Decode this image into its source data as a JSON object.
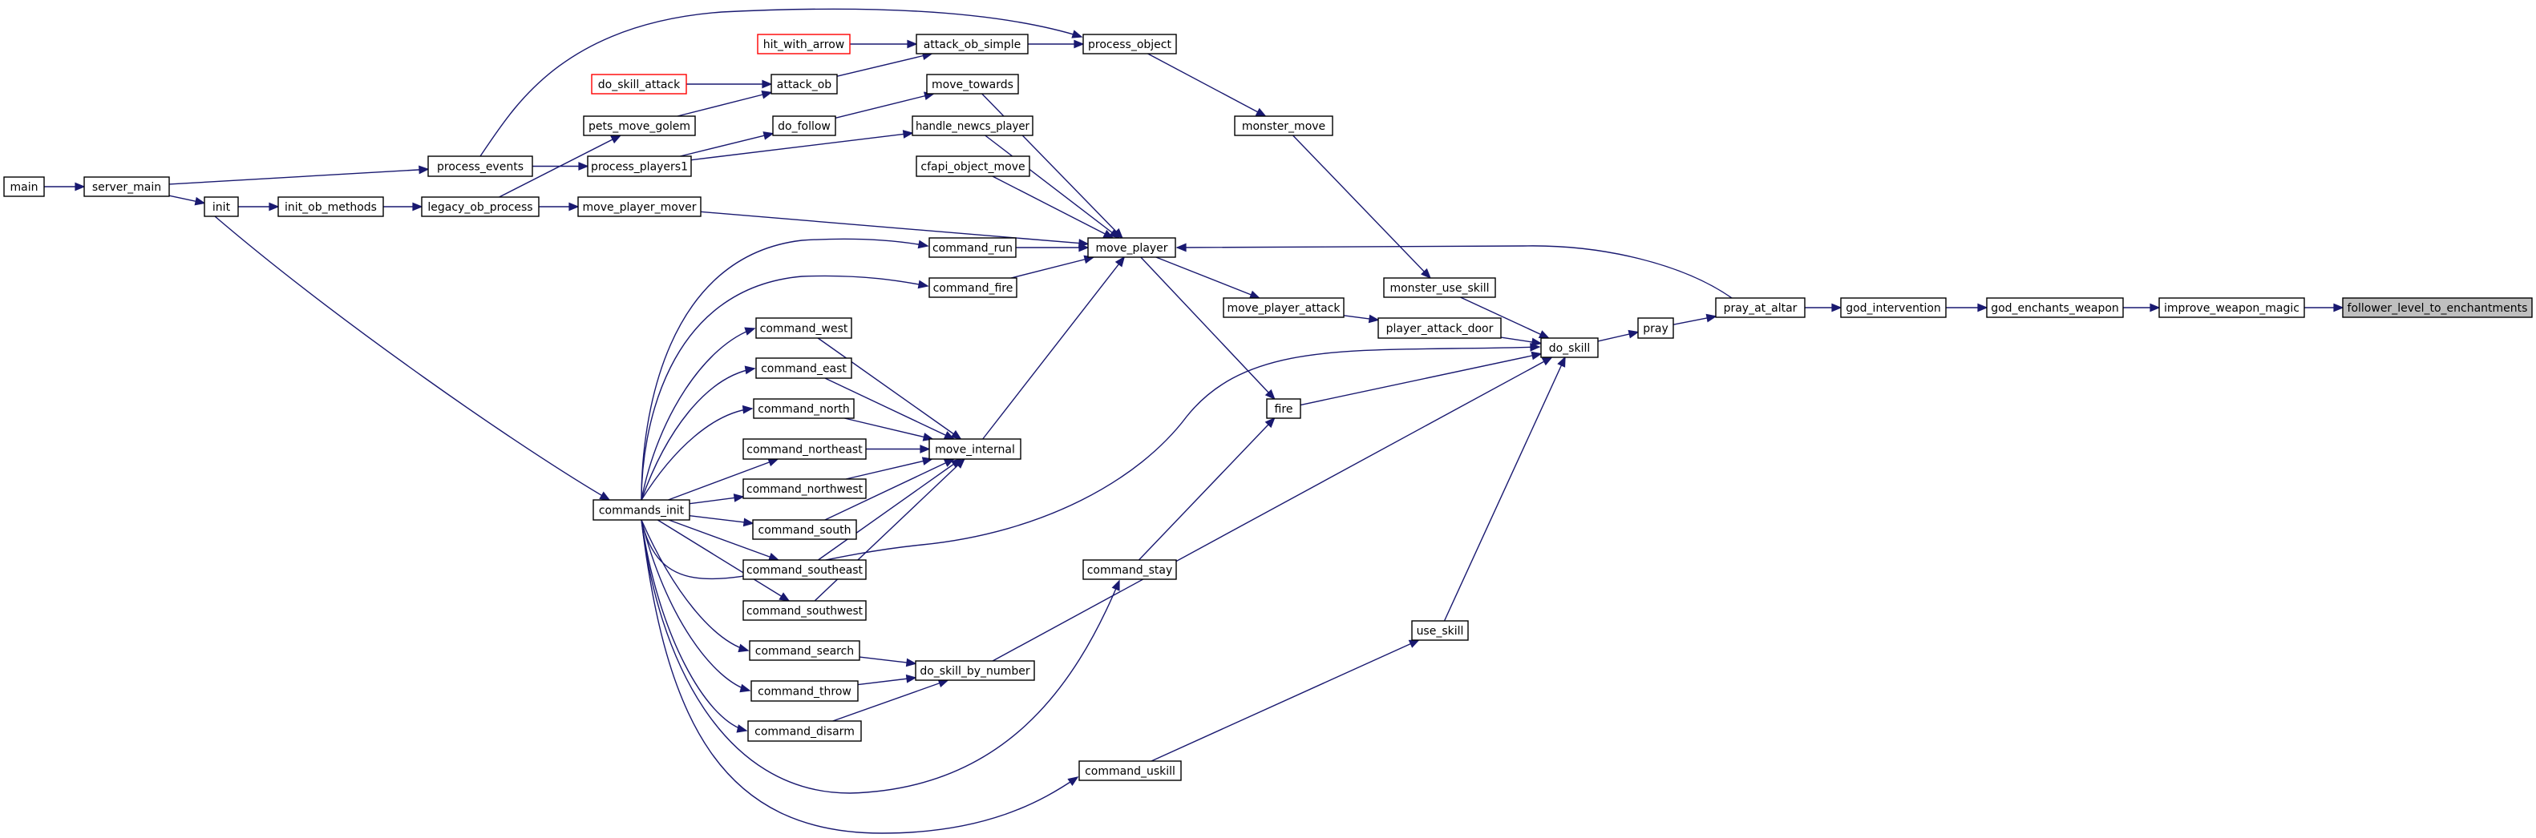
{
  "diagram": {
    "nodes": [
      {
        "id": "main",
        "label": "main",
        "style": "normal"
      },
      {
        "id": "server_main",
        "label": "server_main",
        "style": "normal"
      },
      {
        "id": "init",
        "label": "init",
        "style": "normal"
      },
      {
        "id": "init_ob_methods",
        "label": "init_ob_methods",
        "style": "normal"
      },
      {
        "id": "process_events",
        "label": "process_events",
        "style": "normal"
      },
      {
        "id": "legacy_ob_process",
        "label": "legacy_ob_process",
        "style": "normal"
      },
      {
        "id": "pets_move_golem",
        "label": "pets_move_golem",
        "style": "normal"
      },
      {
        "id": "process_players1",
        "label": "process_players1",
        "style": "normal"
      },
      {
        "id": "move_player_mover",
        "label": "move_player_mover",
        "style": "normal"
      },
      {
        "id": "commands_init",
        "label": "commands_init",
        "style": "normal"
      },
      {
        "id": "do_skill_attack",
        "label": "do_skill_attack",
        "style": "missing"
      },
      {
        "id": "hit_with_arrow",
        "label": "hit_with_arrow",
        "style": "missing"
      },
      {
        "id": "attack_ob",
        "label": "attack_ob",
        "style": "normal"
      },
      {
        "id": "do_follow",
        "label": "do_follow",
        "style": "normal"
      },
      {
        "id": "attack_ob_simple",
        "label": "attack_ob_simple",
        "style": "normal"
      },
      {
        "id": "move_towards",
        "label": "move_towards",
        "style": "normal"
      },
      {
        "id": "handle_newcs_player",
        "label": "handle_newcs_player",
        "style": "normal"
      },
      {
        "id": "cfapi_object_move",
        "label": "cfapi_object_move",
        "style": "normal"
      },
      {
        "id": "command_run",
        "label": "command_run",
        "style": "normal"
      },
      {
        "id": "command_fire",
        "label": "command_fire",
        "style": "normal"
      },
      {
        "id": "command_west",
        "label": "command_west",
        "style": "normal"
      },
      {
        "id": "command_east",
        "label": "command_east",
        "style": "normal"
      },
      {
        "id": "command_north",
        "label": "command_north",
        "style": "normal"
      },
      {
        "id": "command_northeast",
        "label": "command_northeast",
        "style": "normal"
      },
      {
        "id": "command_northwest",
        "label": "command_northwest",
        "style": "normal"
      },
      {
        "id": "command_south",
        "label": "command_south",
        "style": "normal"
      },
      {
        "id": "command_southeast",
        "label": "command_southeast",
        "style": "normal"
      },
      {
        "id": "command_southwest",
        "label": "command_southwest",
        "style": "normal"
      },
      {
        "id": "command_search",
        "label": "command_search",
        "style": "normal"
      },
      {
        "id": "command_throw",
        "label": "command_throw",
        "style": "normal"
      },
      {
        "id": "command_disarm",
        "label": "command_disarm",
        "style": "normal"
      },
      {
        "id": "move_internal",
        "label": "move_internal",
        "style": "normal"
      },
      {
        "id": "do_skill_by_number",
        "label": "do_skill_by_number",
        "style": "normal"
      },
      {
        "id": "process_object",
        "label": "process_object",
        "style": "normal"
      },
      {
        "id": "monster_move",
        "label": "monster_move",
        "style": "normal"
      },
      {
        "id": "move_player",
        "label": "move_player",
        "style": "normal"
      },
      {
        "id": "move_player_attack",
        "label": "move_player_attack",
        "style": "normal"
      },
      {
        "id": "command_stay",
        "label": "command_stay",
        "style": "normal"
      },
      {
        "id": "command_uskill",
        "label": "command_uskill",
        "style": "normal"
      },
      {
        "id": "fire",
        "label": "fire",
        "style": "normal"
      },
      {
        "id": "monster_use_skill",
        "label": "monster_use_skill",
        "style": "normal"
      },
      {
        "id": "player_attack_door",
        "label": "player_attack_door",
        "style": "normal"
      },
      {
        "id": "use_skill",
        "label": "use_skill",
        "style": "normal"
      },
      {
        "id": "do_skill",
        "label": "do_skill",
        "style": "normal"
      },
      {
        "id": "pray",
        "label": "pray",
        "style": "normal"
      },
      {
        "id": "pray_at_altar",
        "label": "pray_at_altar",
        "style": "normal"
      },
      {
        "id": "god_intervention",
        "label": "god_intervention",
        "style": "normal"
      },
      {
        "id": "god_enchants_weapon",
        "label": "god_enchants_weapon",
        "style": "normal"
      },
      {
        "id": "improve_weapon_magic",
        "label": "improve_weapon_magic",
        "style": "normal"
      },
      {
        "id": "follower_level_to_enchantments",
        "label": "follower_level_to_enchantments",
        "style": "focus"
      }
    ],
    "edges": [
      {
        "from": "main",
        "to": "server_main"
      },
      {
        "from": "server_main",
        "to": "process_events"
      },
      {
        "from": "server_main",
        "to": "init"
      },
      {
        "from": "init",
        "to": "init_ob_methods"
      },
      {
        "from": "init",
        "to": "commands_init"
      },
      {
        "from": "init_ob_methods",
        "to": "legacy_ob_process"
      },
      {
        "from": "process_events",
        "to": "process_object"
      },
      {
        "from": "process_events",
        "to": "process_players1"
      },
      {
        "from": "legacy_ob_process",
        "to": "pets_move_golem"
      },
      {
        "from": "legacy_ob_process",
        "to": "move_player_mover"
      },
      {
        "from": "pets_move_golem",
        "to": "attack_ob"
      },
      {
        "from": "process_players1",
        "to": "do_follow"
      },
      {
        "from": "process_players1",
        "to": "handle_newcs_player"
      },
      {
        "from": "do_skill_attack",
        "to": "attack_ob"
      },
      {
        "from": "attack_ob",
        "to": "attack_ob_simple"
      },
      {
        "from": "hit_with_arrow",
        "to": "attack_ob_simple"
      },
      {
        "from": "attack_ob_simple",
        "to": "process_object"
      },
      {
        "from": "do_follow",
        "to": "move_towards"
      },
      {
        "from": "process_object",
        "to": "monster_move"
      },
      {
        "from": "monster_move",
        "to": "monster_use_skill"
      },
      {
        "from": "move_towards",
        "to": "move_player"
      },
      {
        "from": "handle_newcs_player",
        "to": "move_player"
      },
      {
        "from": "cfapi_object_move",
        "to": "move_player"
      },
      {
        "from": "move_player_mover",
        "to": "move_player"
      },
      {
        "from": "command_run",
        "to": "move_player"
      },
      {
        "from": "command_fire",
        "to": "move_player"
      },
      {
        "from": "move_internal",
        "to": "move_player"
      },
      {
        "from": "commands_init",
        "to": "command_run"
      },
      {
        "from": "commands_init",
        "to": "command_fire"
      },
      {
        "from": "commands_init",
        "to": "command_west"
      },
      {
        "from": "commands_init",
        "to": "command_east"
      },
      {
        "from": "commands_init",
        "to": "command_north"
      },
      {
        "from": "commands_init",
        "to": "command_northeast"
      },
      {
        "from": "commands_init",
        "to": "command_northwest"
      },
      {
        "from": "commands_init",
        "to": "command_south"
      },
      {
        "from": "commands_init",
        "to": "command_southeast"
      },
      {
        "from": "commands_init",
        "to": "command_southwest"
      },
      {
        "from": "commands_init",
        "to": "command_search"
      },
      {
        "from": "commands_init",
        "to": "command_throw"
      },
      {
        "from": "commands_init",
        "to": "command_disarm"
      },
      {
        "from": "commands_init",
        "to": "command_stay"
      },
      {
        "from": "commands_init",
        "to": "command_uskill"
      },
      {
        "from": "commands_init",
        "to": "do_skill"
      },
      {
        "from": "command_west",
        "to": "move_internal"
      },
      {
        "from": "command_east",
        "to": "move_internal"
      },
      {
        "from": "command_north",
        "to": "move_internal"
      },
      {
        "from": "command_northeast",
        "to": "move_internal"
      },
      {
        "from": "command_northwest",
        "to": "move_internal"
      },
      {
        "from": "command_south",
        "to": "move_internal"
      },
      {
        "from": "command_southeast",
        "to": "move_internal"
      },
      {
        "from": "command_southwest",
        "to": "move_internal"
      },
      {
        "from": "command_search",
        "to": "do_skill_by_number"
      },
      {
        "from": "command_throw",
        "to": "do_skill_by_number"
      },
      {
        "from": "command_disarm",
        "to": "do_skill_by_number"
      },
      {
        "from": "do_skill_by_number",
        "to": "do_skill"
      },
      {
        "from": "command_stay",
        "to": "fire"
      },
      {
        "from": "command_uskill",
        "to": "use_skill"
      },
      {
        "from": "move_player",
        "to": "move_player_attack"
      },
      {
        "from": "move_player",
        "to": "fire"
      },
      {
        "from": "move_player_attack",
        "to": "player_attack_door"
      },
      {
        "from": "player_attack_door",
        "to": "do_skill"
      },
      {
        "from": "monster_use_skill",
        "to": "do_skill"
      },
      {
        "from": "fire",
        "to": "do_skill"
      },
      {
        "from": "use_skill",
        "to": "do_skill"
      },
      {
        "from": "do_skill",
        "to": "pray"
      },
      {
        "from": "pray",
        "to": "pray_at_altar"
      },
      {
        "from": "pray_at_altar",
        "to": "move_player"
      },
      {
        "from": "pray_at_altar",
        "to": "god_intervention"
      },
      {
        "from": "god_intervention",
        "to": "god_enchants_weapon"
      },
      {
        "from": "god_enchants_weapon",
        "to": "improve_weapon_magic"
      },
      {
        "from": "improve_weapon_magic",
        "to": "follower_level_to_enchantments"
      }
    ]
  }
}
